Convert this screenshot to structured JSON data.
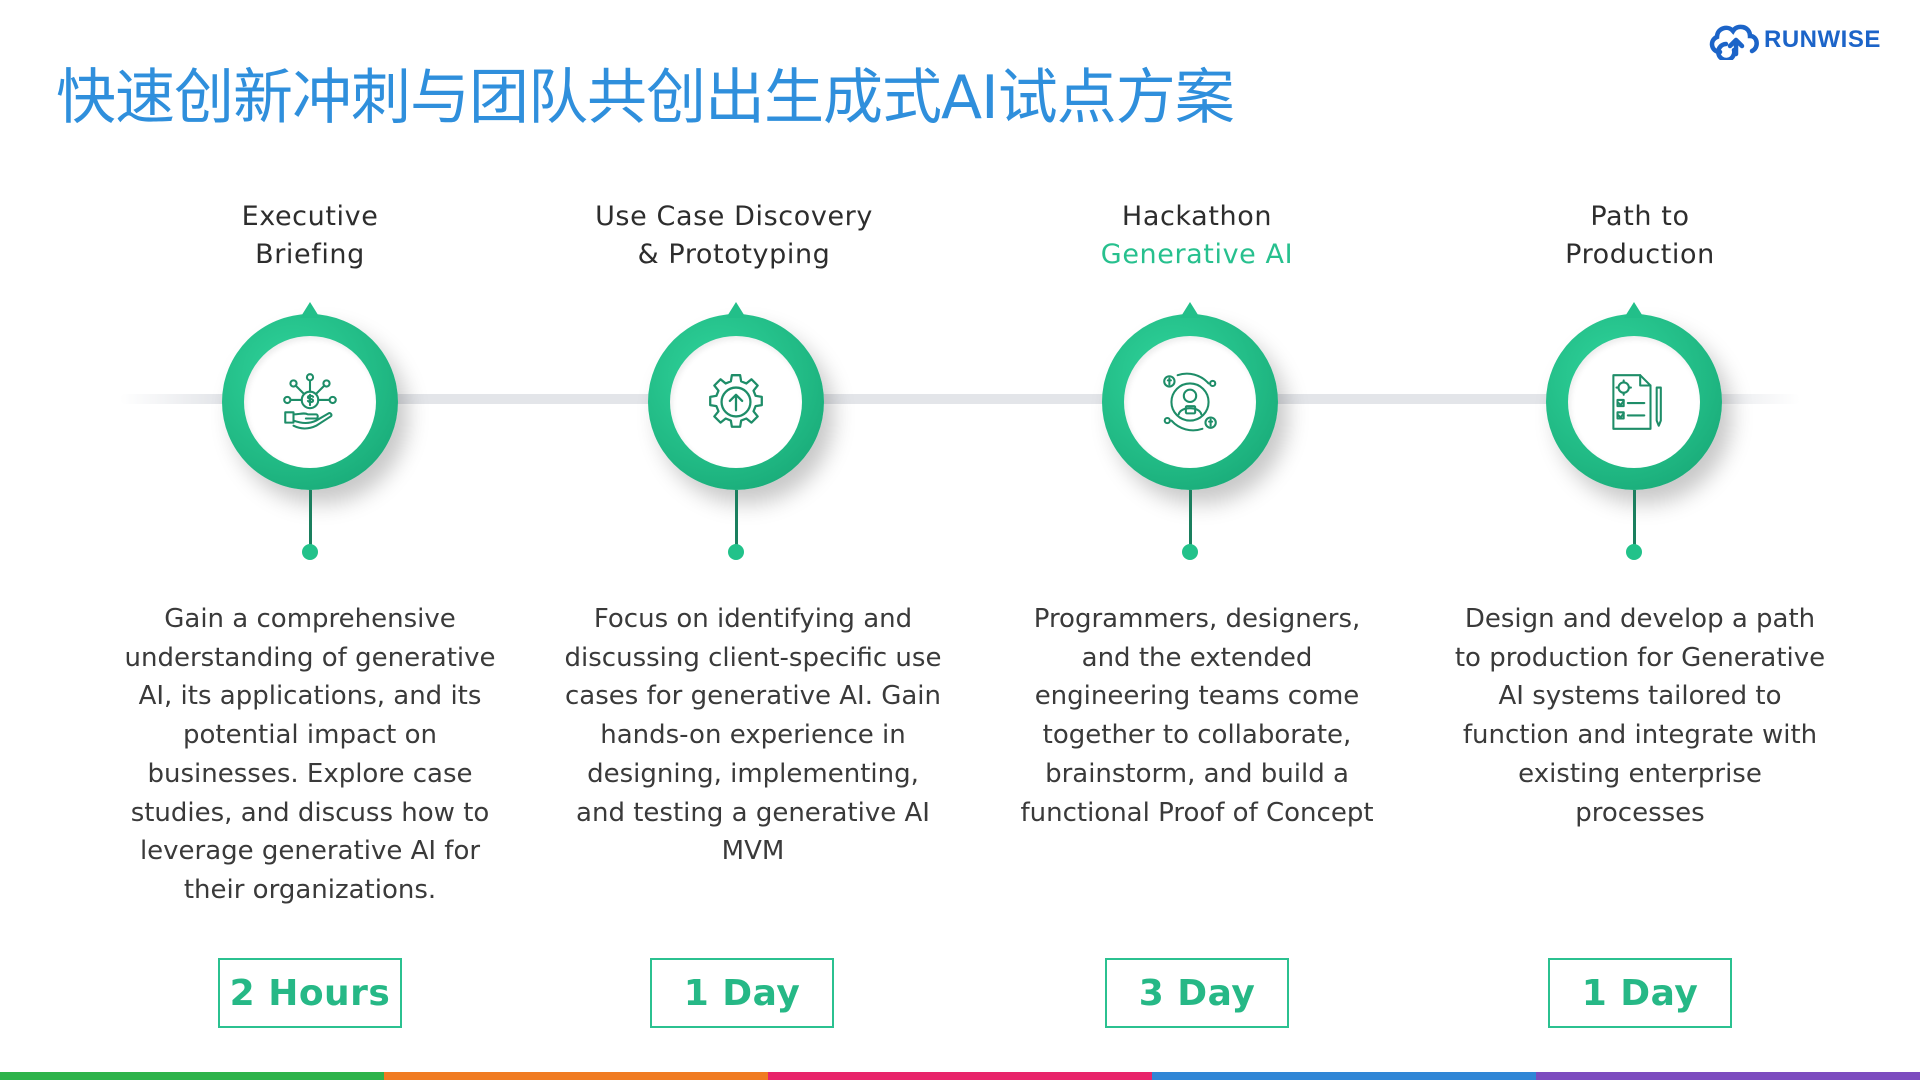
{
  "title": "快速创新冲刺与团队共创出生成式AI试点方案",
  "logo": {
    "text": "RUNWISE"
  },
  "colors": {
    "title": "#2f8fdc",
    "accent_green": "#22c28a",
    "bottom_bar": [
      "#2db34a",
      "#f07b22",
      "#e8246a",
      "#2f86d6",
      "#7c4bbf"
    ]
  },
  "stages": [
    {
      "title_line1": "Executive",
      "title_line2": "Briefing",
      "icon": "money-network-hand-icon",
      "description": "Gain a comprehensive understanding of generative AI, its applications, and its potential impact on businesses. Explore case studies, and discuss how to leverage generative AI for their organizations.",
      "duration": "2 Hours"
    },
    {
      "title_line1": "Use Case Discovery",
      "title_line2": "& Prototyping",
      "icon": "gear-upload-icon",
      "description": "Focus on identifying and discussing client-specific use cases for generative AI. Gain hands-on experience in designing, implementing, and testing a generative AI MVM",
      "duration": "1 Day"
    },
    {
      "title_line1": "Hackathon",
      "title_line2": "Generative AI",
      "icon": "user-collaboration-cycle-icon",
      "description": "Programmers, designers, and the extended engineering teams come together to collaborate, brainstorm, and build a functional Proof of Concept",
      "duration": "3 Day"
    },
    {
      "title_line1": "Path to",
      "title_line2": "Production",
      "icon": "checklist-document-icon",
      "description": "Design and develop a path to production for Generative AI systems tailored to function and integrate with existing enterprise processes",
      "duration": "1 Day"
    }
  ]
}
